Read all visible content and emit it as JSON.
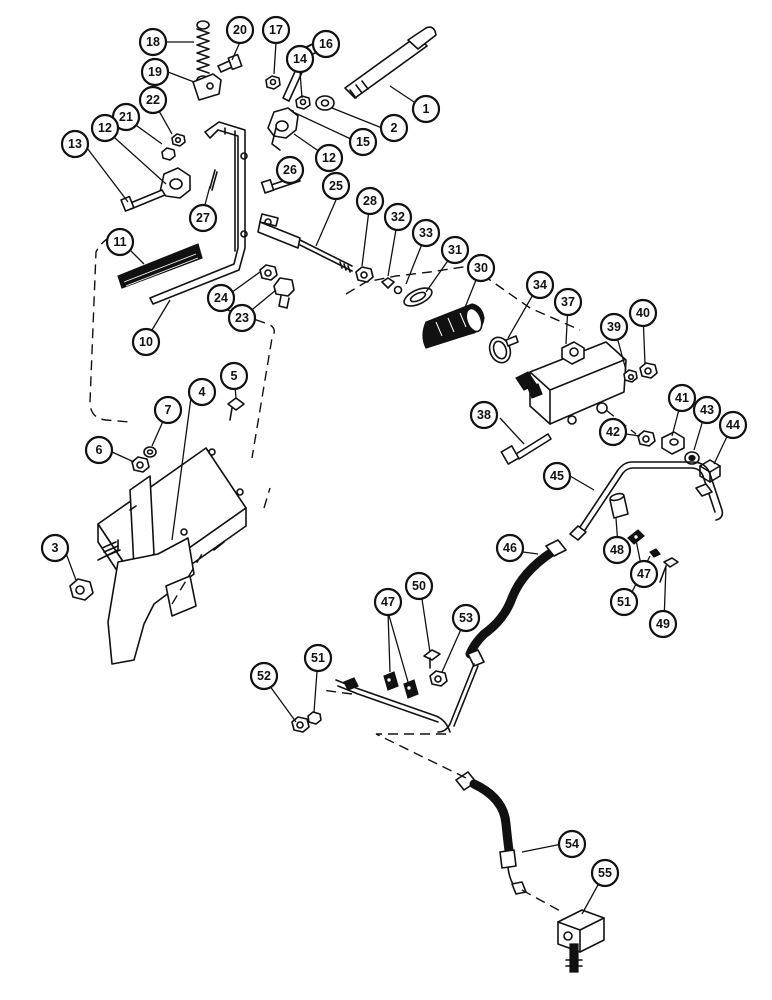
{
  "callouts": [
    {
      "id": "c1",
      "label": "1"
    },
    {
      "id": "c2",
      "label": "2"
    },
    {
      "id": "c3",
      "label": "3"
    },
    {
      "id": "c4",
      "label": "4"
    },
    {
      "id": "c5",
      "label": "5"
    },
    {
      "id": "c6",
      "label": "6"
    },
    {
      "id": "c7",
      "label": "7"
    },
    {
      "id": "c10",
      "label": "10"
    },
    {
      "id": "c11",
      "label": "11"
    },
    {
      "id": "c12a",
      "label": "12"
    },
    {
      "id": "c12b",
      "label": "12"
    },
    {
      "id": "c13",
      "label": "13"
    },
    {
      "id": "c14",
      "label": "14"
    },
    {
      "id": "c15",
      "label": "15"
    },
    {
      "id": "c16",
      "label": "16"
    },
    {
      "id": "c17",
      "label": "17"
    },
    {
      "id": "c18",
      "label": "18"
    },
    {
      "id": "c19",
      "label": "19"
    },
    {
      "id": "c20",
      "label": "20"
    },
    {
      "id": "c21",
      "label": "21"
    },
    {
      "id": "c22",
      "label": "22"
    },
    {
      "id": "c23",
      "label": "23"
    },
    {
      "id": "c24",
      "label": "24"
    },
    {
      "id": "c25",
      "label": "25"
    },
    {
      "id": "c26",
      "label": "26"
    },
    {
      "id": "c27",
      "label": "27"
    },
    {
      "id": "c28",
      "label": "28"
    },
    {
      "id": "c30",
      "label": "30"
    },
    {
      "id": "c31",
      "label": "31"
    },
    {
      "id": "c32",
      "label": "32"
    },
    {
      "id": "c33",
      "label": "33"
    },
    {
      "id": "c34",
      "label": "34"
    },
    {
      "id": "c37",
      "label": "37"
    },
    {
      "id": "c38",
      "label": "38"
    },
    {
      "id": "c39",
      "label": "39"
    },
    {
      "id": "c40",
      "label": "40"
    },
    {
      "id": "c41",
      "label": "41"
    },
    {
      "id": "c42",
      "label": "42"
    },
    {
      "id": "c43",
      "label": "43"
    },
    {
      "id": "c44",
      "label": "44"
    },
    {
      "id": "c45",
      "label": "45"
    },
    {
      "id": "c46",
      "label": "46"
    },
    {
      "id": "c47a",
      "label": "47"
    },
    {
      "id": "c47b",
      "label": "47"
    },
    {
      "id": "c48",
      "label": "48"
    },
    {
      "id": "c49",
      "label": "49"
    },
    {
      "id": "c50",
      "label": "50"
    },
    {
      "id": "c51a",
      "label": "51"
    },
    {
      "id": "c51b",
      "label": "51"
    },
    {
      "id": "c52",
      "label": "52"
    },
    {
      "id": "c53",
      "label": "53"
    },
    {
      "id": "c54",
      "label": "54"
    },
    {
      "id": "c55",
      "label": "55"
    }
  ]
}
